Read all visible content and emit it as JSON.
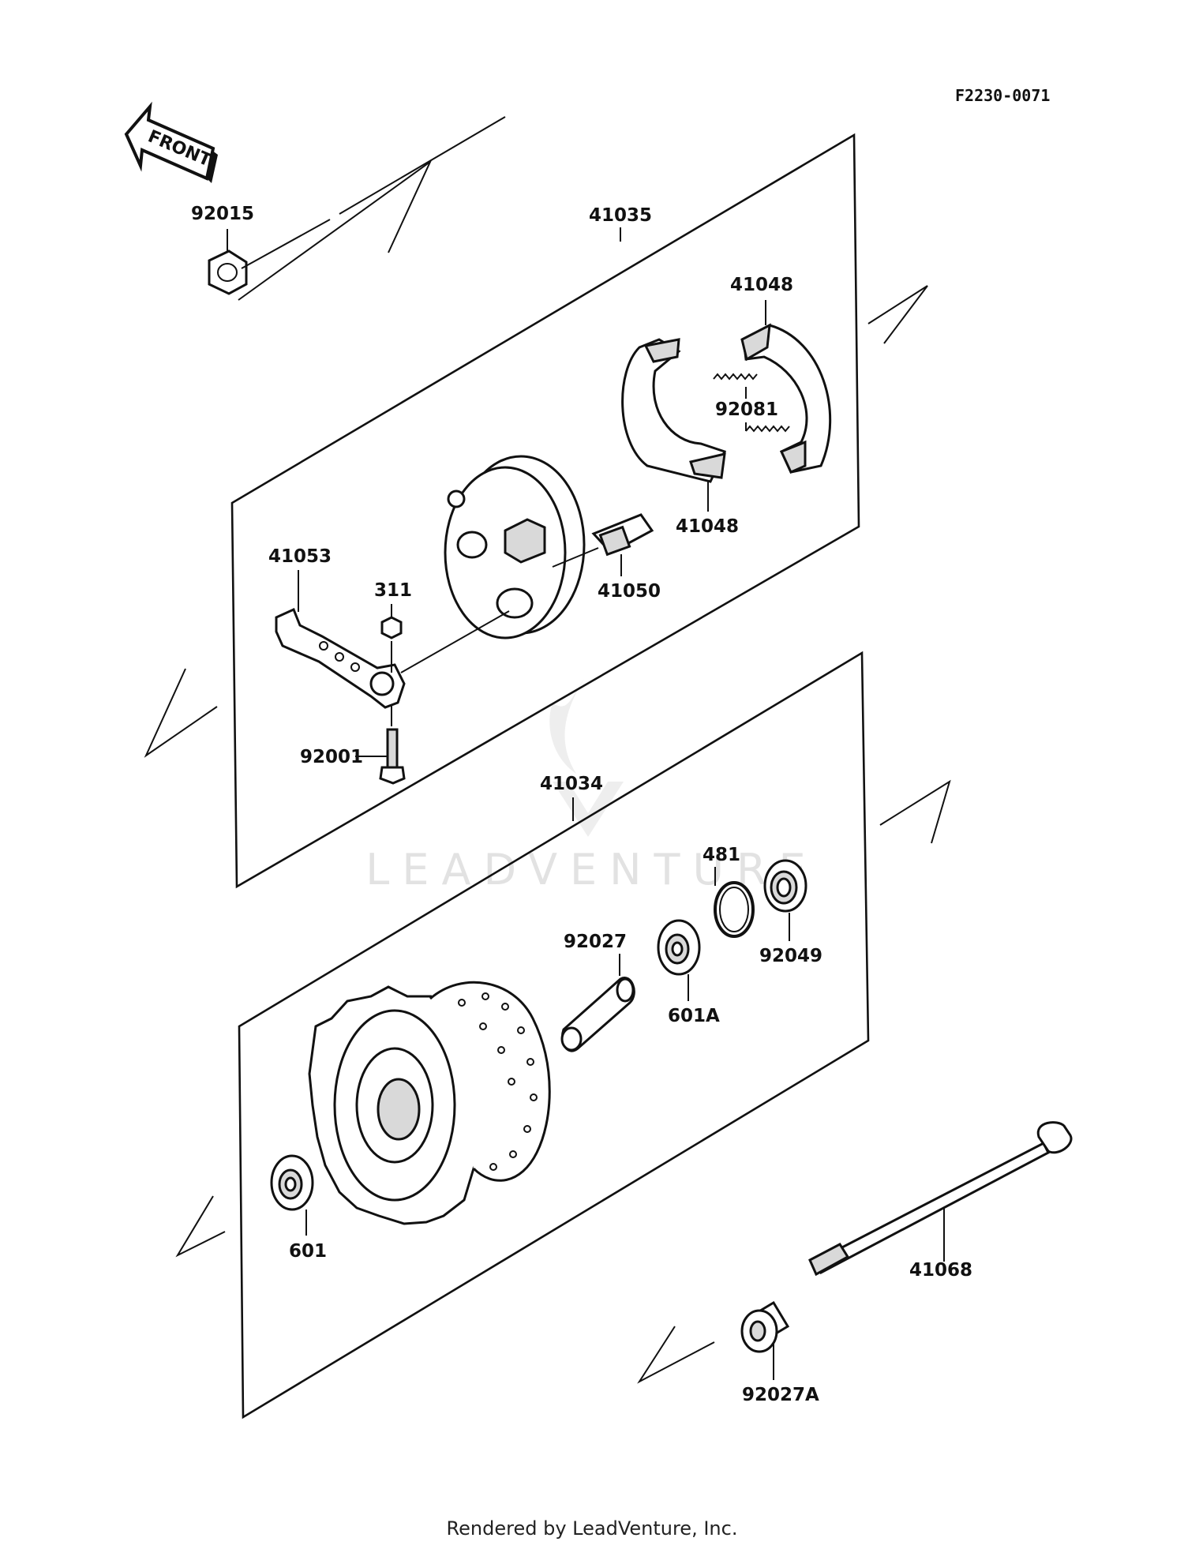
{
  "figure_code": "F2230-0071",
  "front_arrow_label": "FRONT",
  "watermark": "LEADVENTURE",
  "footer": "Rendered by LeadVenture, Inc.",
  "callouts": {
    "p92015": "92015",
    "p41035": "41035",
    "p41048_top": "41048",
    "p92081": "92081",
    "p41048_bottom": "41048",
    "p41053": "41053",
    "p311": "311",
    "p41050": "41050",
    "p92001": "92001",
    "p41034": "41034",
    "p481": "481",
    "p92027": "92027",
    "p92049": "92049",
    "p601A": "601A",
    "p601": "601",
    "p41068": "41068",
    "p92027A": "92027A"
  },
  "icons": {
    "front_arrow": "front-arrow-icon",
    "watermark_logo": "leadventure-flame-icon"
  }
}
